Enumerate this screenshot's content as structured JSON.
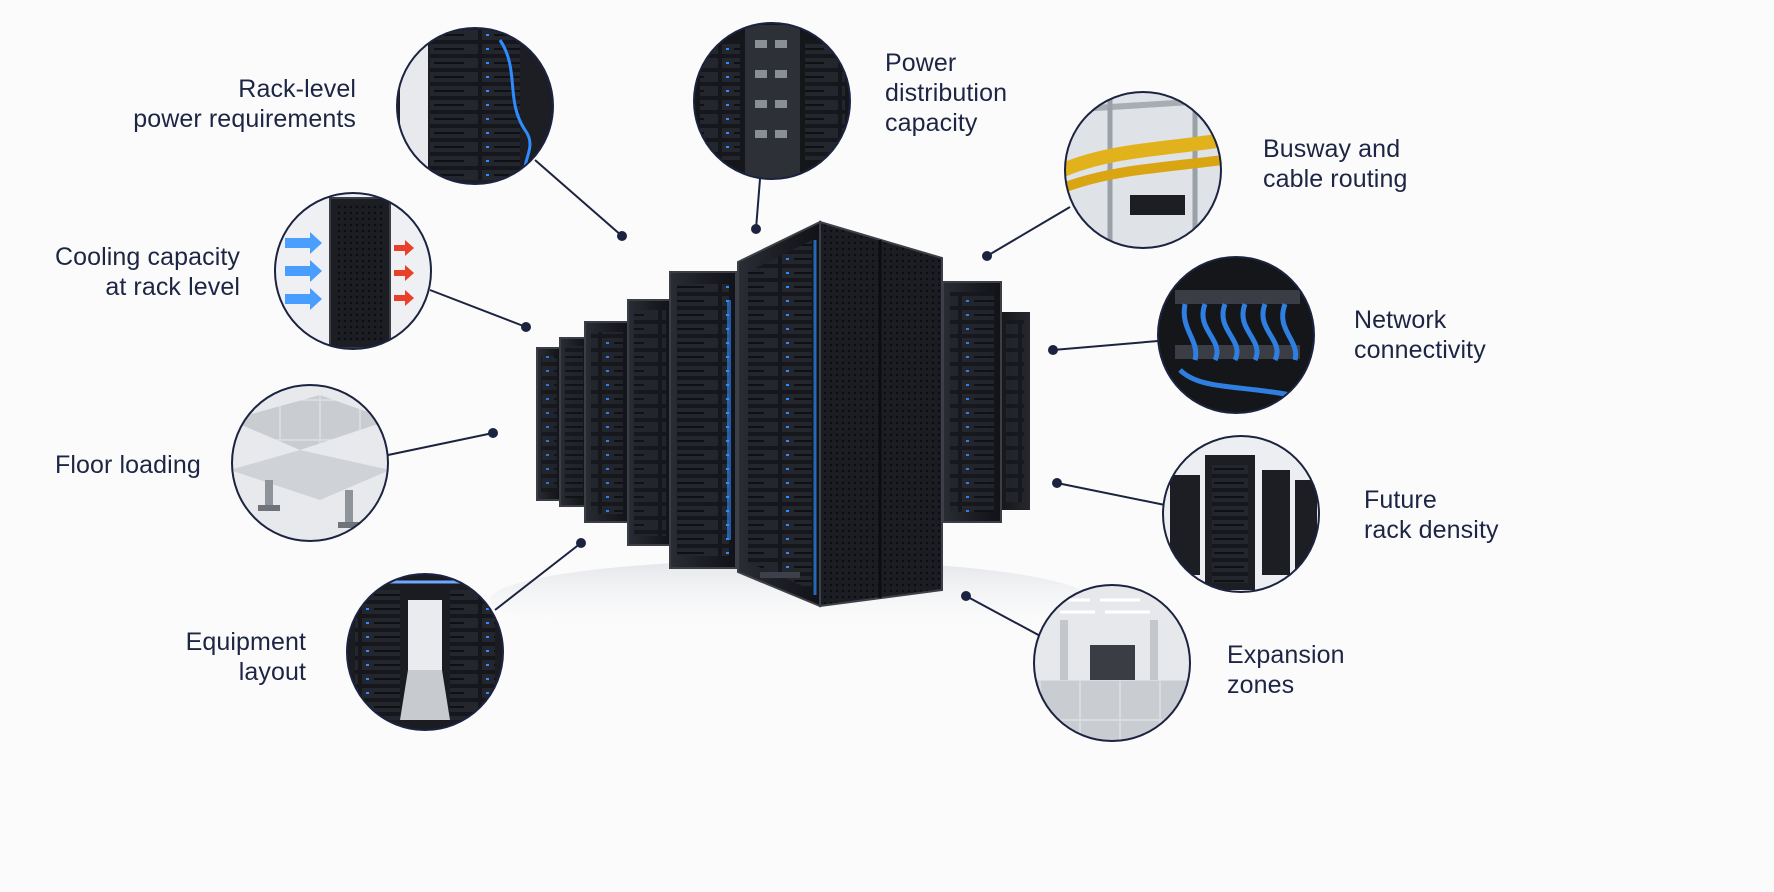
{
  "callouts": [
    {
      "id": "rack-power",
      "lines": [
        "Rack-level",
        "power requirements"
      ],
      "icon": "rack-power-image"
    },
    {
      "id": "power-distribution",
      "lines": [
        "Power",
        "distribution",
        "capacity"
      ],
      "icon": "pdu-image"
    },
    {
      "id": "busway",
      "lines": [
        "Busway and",
        "cable routing"
      ],
      "icon": "cable-tray-image"
    },
    {
      "id": "cooling",
      "lines": [
        "Cooling capacity",
        "at rack level"
      ],
      "icon": "airflow-image"
    },
    {
      "id": "network",
      "lines": [
        "Network",
        "connectivity"
      ],
      "icon": "network-cables-image"
    },
    {
      "id": "floor",
      "lines": [
        "Floor loading"
      ],
      "icon": "raised-floor-image"
    },
    {
      "id": "density",
      "lines": [
        "Future",
        "rack density"
      ],
      "icon": "rack-row-image"
    },
    {
      "id": "layout",
      "lines": [
        "Equipment",
        "layout"
      ],
      "icon": "aisle-image"
    },
    {
      "id": "expansion",
      "lines": [
        "Expansion",
        "zones"
      ],
      "icon": "empty-hall-image"
    }
  ],
  "colors": {
    "text": "#1d2544",
    "connector": "#1b2340",
    "rack": "#1a1c22",
    "led": "#2f8cff",
    "airflow_cold": "#2b8fff",
    "airflow_hot": "#e8402a"
  }
}
